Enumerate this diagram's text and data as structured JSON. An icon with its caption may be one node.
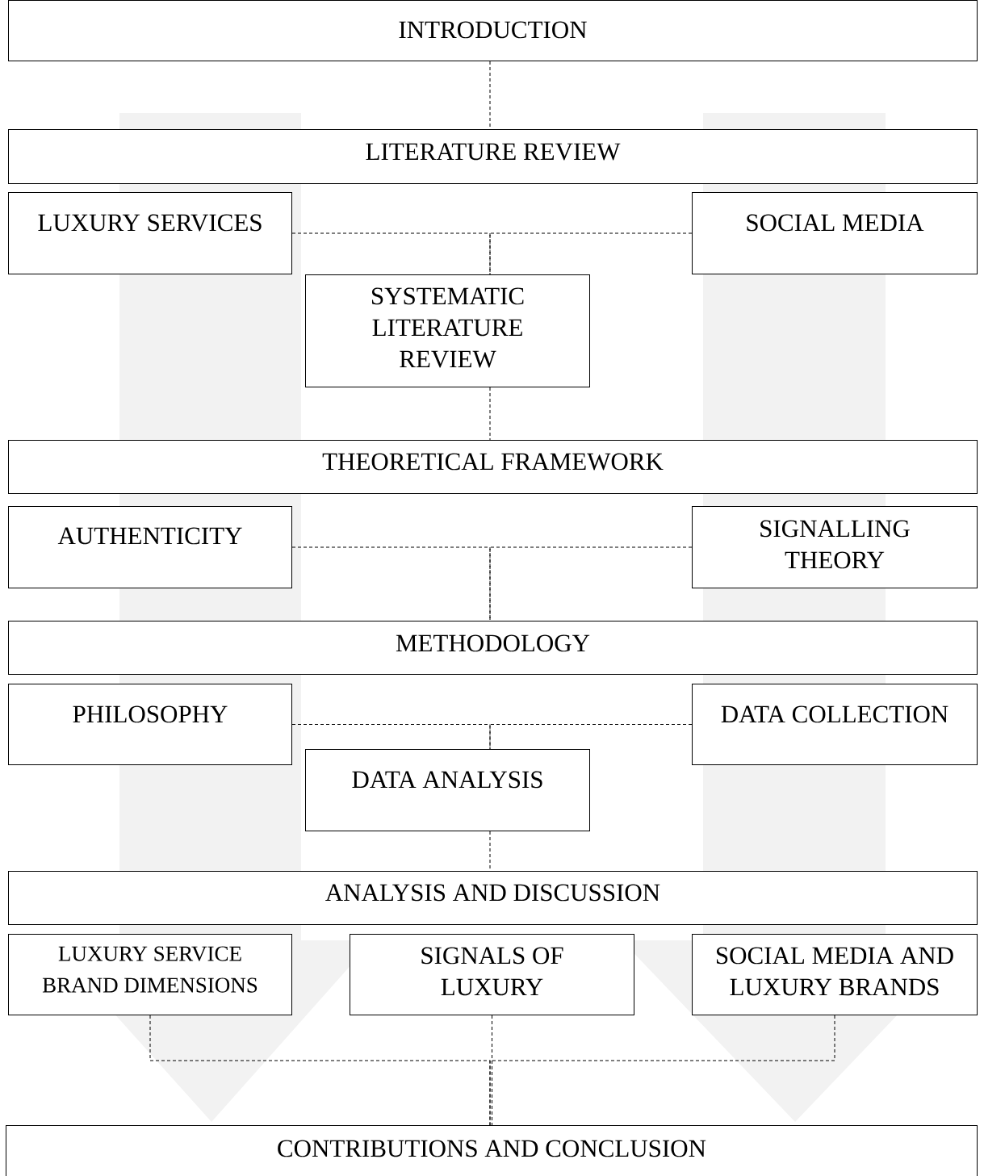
{
  "diagram": {
    "nodes": [
      {
        "text": [
          "INTRODUCTION"
        ]
      },
      {
        "text": [
          "LITERATURE REVIEW"
        ]
      },
      {
        "text": [
          "LUXURY SERVICES"
        ]
      },
      {
        "text": [
          "SOCIAL MEDIA"
        ]
      },
      {
        "text": [
          "SYSTEMATIC LITERATURE REVIEW"
        ]
      },
      {
        "text": [
          "THEORETICAL FRAMEWORK"
        ]
      },
      {
        "text": [
          "AUTHENTICITY"
        ]
      },
      {
        "text": [
          "SIGNALLING THEORY"
        ]
      },
      {
        "text": [
          "METHODOLOGY"
        ]
      },
      {
        "text": [
          "PHILOSOPHY"
        ]
      },
      {
        "text": [
          "DATA COLLECTION"
        ]
      },
      {
        "text": [
          "DATA ANALYSIS"
        ]
      },
      {
        "text": [
          "ANALYSIS AND DISCUSSION"
        ]
      },
      {
        "text": [
          "LUXURY SERVICE BRAND DIMENSIONS"
        ]
      },
      {
        "text": [
          "SIGNALS OF LUXURY"
        ]
      },
      {
        "text": [
          "SOCIAL MEDIA AND LUXURY BRANDS"
        ]
      },
      {
        "text": [
          "CONTRIBUTIONS AND CONCLUSION"
        ]
      }
    ],
    "edges": [
      {
        "from": 0,
        "to": 1,
        "arrow": "none",
        "style": "dashed"
      },
      {
        "from": 2,
        "to": 4,
        "arrow": "none",
        "style": "dashed"
      },
      {
        "from": 3,
        "to": 4,
        "arrow": "none",
        "style": "dashed"
      },
      {
        "from": 4,
        "to": 5,
        "arrow": "none",
        "style": "dashed"
      },
      {
        "from": 6,
        "to": 8,
        "arrow": "none",
        "style": "dashed"
      },
      {
        "from": 7,
        "to": 8,
        "arrow": "none",
        "style": "dashed"
      },
      {
        "from": 9,
        "to": 11,
        "arrow": "none",
        "style": "dashed"
      },
      {
        "from": 10,
        "to": 11,
        "arrow": "none",
        "style": "dashed"
      },
      {
        "from": 11,
        "to": 12,
        "arrow": "none",
        "style": "dashed"
      },
      {
        "from": 13,
        "to": 16,
        "arrow": "none",
        "style": "dashed"
      },
      {
        "from": 14,
        "to": 16,
        "arrow": "none",
        "style": "dashed"
      },
      {
        "from": 15,
        "to": 16,
        "arrow": "none",
        "style": "dashed"
      }
    ]
  }
}
